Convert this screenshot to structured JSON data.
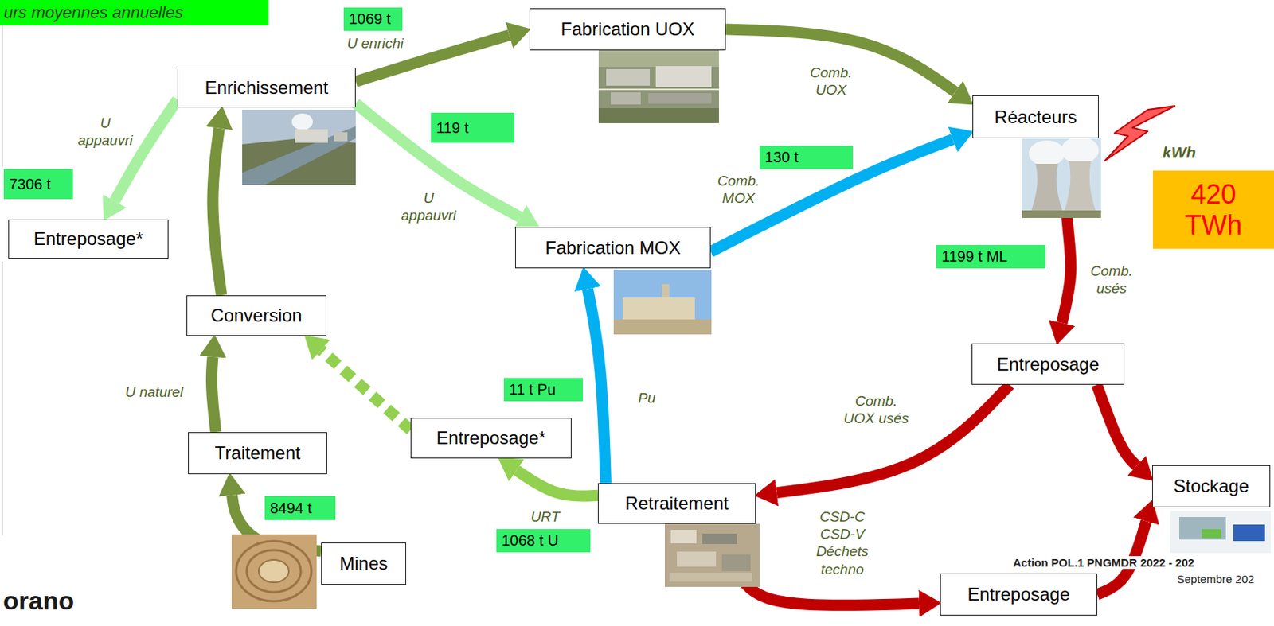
{
  "diagram": {
    "nodes": [
      {
        "text": [
          "urs moyennes annuelles"
        ]
      },
      {
        "text": [
          "1069 t"
        ]
      },
      {
        "text": [
          "Fabrication UOX"
        ]
      },
      {
        "text": [
          "Enrichissement"
        ]
      },
      {
        "text": [
          "Réacteurs"
        ]
      },
      {
        "text": [
          "119 t"
        ]
      },
      {
        "text": [
          "7306 t"
        ]
      },
      {
        "text": [
          "130 t"
        ]
      },
      {
        "text": [
          "Entreposage*"
        ]
      },
      {
        "text": [
          "420 TWh"
        ]
      },
      {
        "text": [
          "Fabrication MOX"
        ]
      },
      {
        "text": [
          "1199 t ML"
        ]
      },
      {
        "text": [
          "Conversion"
        ]
      },
      {
        "text": [
          "Entreposage"
        ]
      },
      {
        "text": [
          "11 t Pu"
        ]
      },
      {
        "text": [
          "Entreposage*"
        ]
      },
      {
        "text": [
          "Traitement"
        ]
      },
      {
        "text": [
          "Retraitement"
        ]
      },
      {
        "text": [
          "Stockage"
        ]
      },
      {
        "text": [
          "8494 t"
        ]
      },
      {
        "text": [
          "1068 t U"
        ]
      },
      {
        "text": [
          "Mines"
        ]
      },
      {
        "text": [
          "Entreposage"
        ]
      }
    ],
    "edges": [
      {
        "from": 3,
        "to": 2,
        "label": "U enrichi",
        "arrow": "to"
      },
      {
        "from": 2,
        "to": 4,
        "label": "Comb. UOX",
        "arrow": "to"
      },
      {
        "from": 3,
        "to": 8,
        "label": "U appauvri",
        "arrow": "to"
      },
      {
        "from": 3,
        "to": 10,
        "label": "U appauvri",
        "arrow": "to"
      },
      {
        "from": 10,
        "to": 4,
        "label": "Comb. MOX",
        "arrow": "to"
      },
      {
        "from": 4,
        "to": 13,
        "label": "Comb. usés",
        "arrow": "to"
      },
      {
        "from": 13,
        "to": 17,
        "label": "Comb. UOX usés",
        "arrow": "to"
      },
      {
        "from": 13,
        "to": 18,
        "arrow": "to"
      },
      {
        "from": 17,
        "to": 10,
        "label": "Pu",
        "arrow": "to"
      },
      {
        "from": 17,
        "to": 15,
        "label": "URT",
        "arrow": "to"
      },
      {
        "from": 15,
        "to": 12,
        "arrow": "to"
      },
      {
        "from": 17,
        "to": 22,
        "label": "CSD-C CSD-V Déchets techno",
        "arrow": "to"
      },
      {
        "from": 22,
        "to": 18,
        "arrow": "to"
      },
      {
        "from": 21,
        "to": 16,
        "arrow": "to"
      },
      {
        "from": 16,
        "to": 12,
        "label": "U naturel",
        "arrow": "to"
      },
      {
        "from": 12,
        "to": 3,
        "arrow": "to"
      }
    ],
    "labels": [
      "kWh",
      "orano",
      "Action POL.1 PNGMDR 2022 - 202",
      "Septembre 202"
    ]
  }
}
